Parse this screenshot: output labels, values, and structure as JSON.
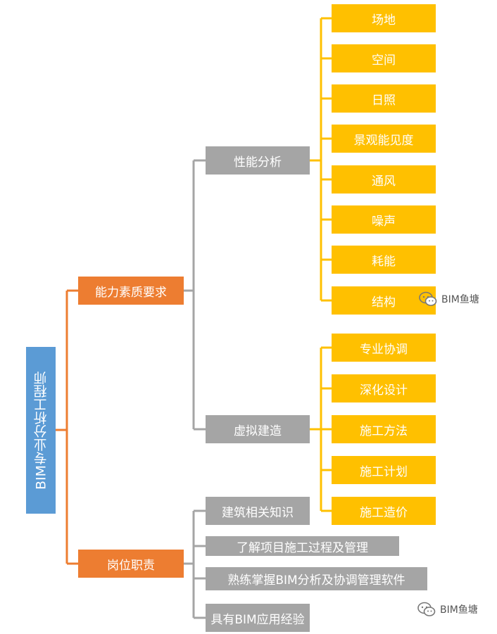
{
  "root": "BIM专业分析工程师",
  "branches": {
    "ability": "能力素质要求",
    "duty": "岗位职责"
  },
  "ability_children": {
    "performance": "性能分析",
    "virtual": "虚拟建造"
  },
  "performance_items": [
    "场地",
    "空间",
    "日照",
    "景观能见度",
    "通风",
    "噪声",
    "耗能",
    "结构"
  ],
  "virtual_items": [
    "专业协调",
    "深化设计",
    "施工方法",
    "施工计划",
    "施工造价"
  ],
  "duty_items": [
    "建筑相关知识",
    "了解项目施工过程及管理",
    "熟练掌握BIM分析及协调管理软件",
    "具有BIM应用经验"
  ],
  "watermark": "BIM鱼塘",
  "colors": {
    "root": "#5b9bd5",
    "level1": "#ed7d31",
    "level2": "#a5a5a5",
    "level3": "#ffc000"
  }
}
